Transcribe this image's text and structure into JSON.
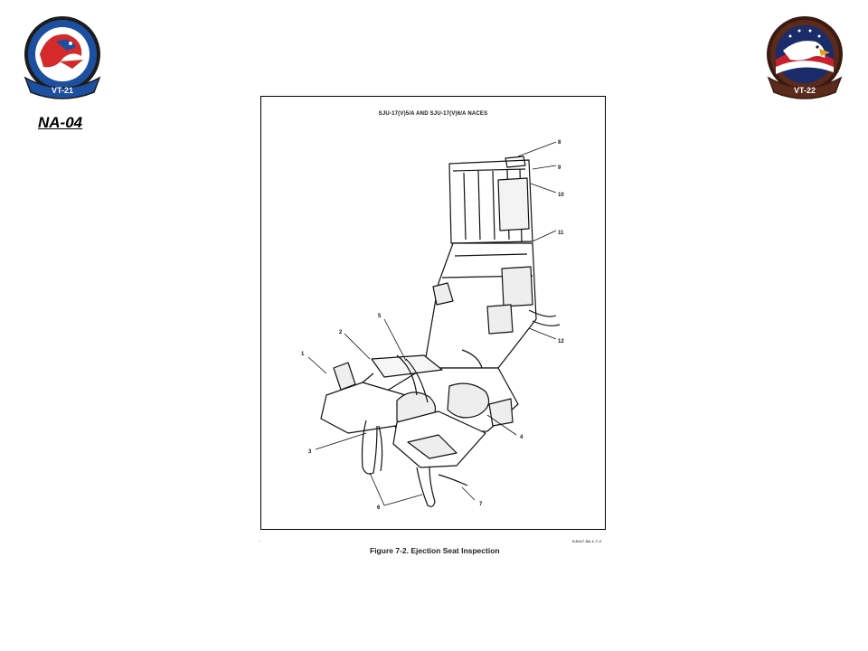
{
  "header": {
    "slide_code": "NA-04",
    "left_logo": {
      "text": "VT-21",
      "icon": "vt21-squadron-patch-icon",
      "colors": {
        "ring": "#1c4fa0",
        "center": "#ffffff",
        "accent": "#d42a2a"
      }
    },
    "right_logo": {
      "text": "VT-22",
      "icon": "vt22-squadron-patch-icon",
      "colors": {
        "ring": "#5a2a1c",
        "eagle": "#ffffff",
        "flag": "#c8202c",
        "stars": "#1b2c6a"
      }
    }
  },
  "figure": {
    "title": "SJU-17(V)5/A AND SJU-17(V)6/A NACES",
    "caption": "Figure 7-2. Ejection Seat Inspection",
    "doc_code": "SJU17-5A-1-7-2",
    "tick": "`",
    "callouts": [
      "1",
      "2",
      "3",
      "4",
      "5",
      "6",
      "7",
      "8",
      "9",
      "10",
      "11",
      "12"
    ]
  }
}
